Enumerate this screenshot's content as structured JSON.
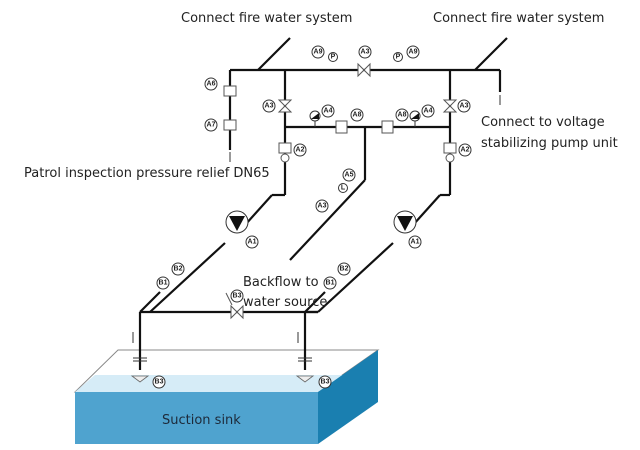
{
  "labels": {
    "fire_left": "Connect fire water system",
    "fire_right": "Connect fire water system",
    "pump_unit_line1": "Connect to voltage",
    "pump_unit_line2": "stabilizing pump unit",
    "patrol": "Patrol inspection pressure relief DN65",
    "backflow_line1": "Backflow to",
    "backflow_line2": "water source",
    "sink": "Suction sink"
  },
  "tags": {
    "A1": "A1",
    "A2": "A2",
    "A3": "A3",
    "A4": "A4",
    "A5": "A5",
    "A6": "A6",
    "A7": "A7",
    "A8": "A8",
    "A9": "A9",
    "B1": "B1",
    "B2": "B2",
    "B3": "B3",
    "P": "P",
    "L": "L"
  },
  "colors": {
    "pipe": "#111111",
    "water_top": "#d6ecf7",
    "tank_front": "#4fa3cf",
    "tank_side": "#1a7fb0"
  }
}
